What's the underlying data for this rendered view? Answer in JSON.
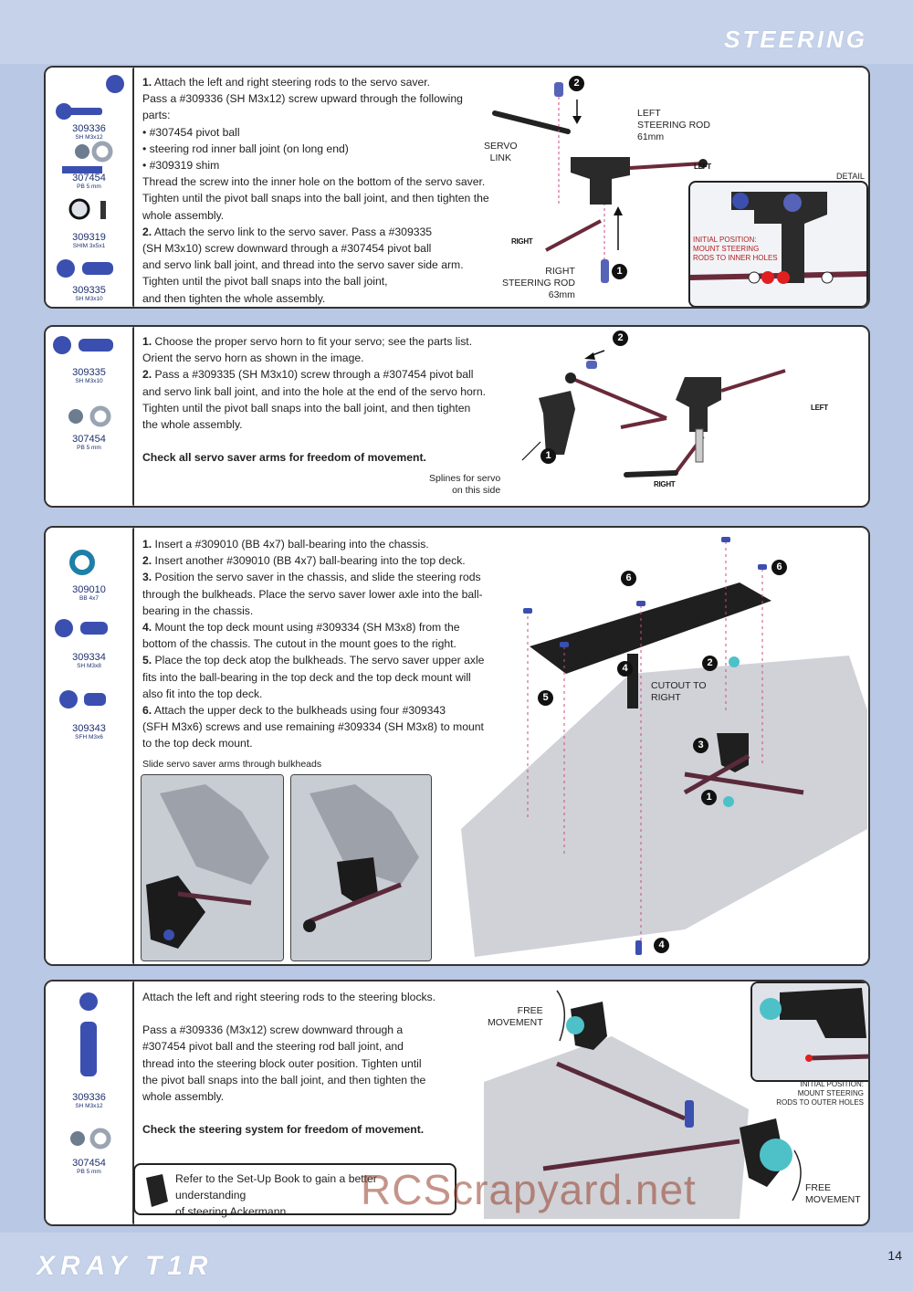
{
  "header": {
    "title": "STEERING"
  },
  "footer": {
    "logo": "XRAY T1R",
    "page_number": "14",
    "watermark": "RCScrapyard.net"
  },
  "step1": {
    "parts": [
      {
        "num": "309336",
        "sub": "SH M3x12"
      },
      {
        "num": "307454",
        "sub": "PB 5 mm"
      },
      {
        "num": "309319",
        "sub": "SHIM 3x5x1"
      },
      {
        "num": "309335",
        "sub": "SH M3x10"
      }
    ],
    "lines": [
      {
        "n": "1.",
        "t": " Attach the left and right steering rods to the servo saver."
      },
      {
        "n": "",
        "t": "Pass a #309336 (SH M3x12) screw upward through the following"
      },
      {
        "n": "",
        "t": "parts:"
      },
      {
        "n": "",
        "t": "• #307454 pivot ball"
      },
      {
        "n": "",
        "t": "• steering rod inner ball joint (on long end)"
      },
      {
        "n": "",
        "t": "• #309319 shim"
      },
      {
        "n": "",
        "t": "Thread the screw into the inner hole on the bottom of the servo saver."
      },
      {
        "n": "",
        "t": "Tighten until the pivot ball snaps into the ball joint, and then tighten the"
      },
      {
        "n": "",
        "t": "whole assembly."
      },
      {
        "n": "2.",
        "t": " Attach the servo link to the servo saver. Pass a #309335"
      },
      {
        "n": "",
        "t": "(SH M3x10) screw downward through a #307454 pivot ball"
      },
      {
        "n": "",
        "t": "and servo link ball joint, and thread into the servo saver side arm."
      },
      {
        "n": "",
        "t": "Tighten until the pivot ball snaps into the ball joint,"
      },
      {
        "n": "",
        "t": "and then tighten the whole assembly."
      }
    ],
    "labels": {
      "servo_link": "SERVO\nLINK",
      "left_rod": "LEFT\nSTEERING ROD\n61mm",
      "right_rod": "RIGHT\nSTEERING ROD\n63mm",
      "left_tag": "LEFT",
      "right_tag": "RIGHT",
      "detail": "DETAIL",
      "initial": "INITIAL POSITION:\nMOUNT STEERING\nRODS TO INNER HOLES",
      "b1": "1",
      "b2": "2"
    }
  },
  "step2": {
    "parts": [
      {
        "num": "309335",
        "sub": "SH M3x10"
      },
      {
        "num": "307454",
        "sub": "PB 5 mm"
      }
    ],
    "lines": [
      {
        "n": "1.",
        "t": " Choose the proper servo horn to fit your servo; see the parts list."
      },
      {
        "n": "",
        "t": "Orient the servo horn as shown in the image."
      },
      {
        "n": "2.",
        "t": " Pass a #309335 (SH M3x10) screw through a #307454 pivot ball"
      },
      {
        "n": "",
        "t": "and servo link ball joint, and into the hole at the end of the servo horn."
      },
      {
        "n": "",
        "t": "Tighten until the pivot ball snaps into the ball joint, and then tighten"
      },
      {
        "n": "",
        "t": "the whole assembly."
      }
    ],
    "check": "Check all servo saver arms for freedom of movement.",
    "labels": {
      "splines": "Splines for servo\non this side",
      "left_tag": "LEFT",
      "right_tag": "RIGHT",
      "b1": "1",
      "b2": "2"
    }
  },
  "step3": {
    "parts": [
      {
        "num": "309010",
        "sub": "BB 4x7"
      },
      {
        "num": "309334",
        "sub": "SH M3x8"
      },
      {
        "num": "309343",
        "sub": "SFH M3x6"
      }
    ],
    "lines": [
      {
        "n": "1.",
        "t": " Insert a #309010 (BB 4x7) ball-bearing into the chassis."
      },
      {
        "n": "2.",
        "t": " Insert another #309010 (BB 4x7) ball-bearing into the top deck."
      },
      {
        "n": "3.",
        "t": " Position the servo saver in the chassis, and slide the steering rods"
      },
      {
        "n": "",
        "t": "through the bulkheads. Place the servo saver lower axle into the ball-"
      },
      {
        "n": "",
        "t": "bearing in the chassis."
      },
      {
        "n": "4.",
        "t": " Mount the top deck mount using #309334 (SH M3x8) from the"
      },
      {
        "n": "",
        "t": "bottom of the chassis. The cutout in the mount goes to the right."
      },
      {
        "n": "5.",
        "t": " Place the top deck atop the bulkheads. The servo saver upper axle"
      },
      {
        "n": "",
        "t": "fits into the ball-bearing in the top deck and the top deck mount will"
      },
      {
        "n": "",
        "t": "also fit into the top deck."
      },
      {
        "n": "6.",
        "t": " Attach the upper deck to the bulkheads using four #309343"
      },
      {
        "n": "",
        "t": "(SFH M3x6) screws and use remaining #309334 (SH M3x8) to mount"
      },
      {
        "n": "",
        "t": "to the top deck mount."
      }
    ],
    "caption": "Slide servo saver arms through bulkheads",
    "labels": {
      "cutout": "CUTOUT TO\nRIGHT",
      "b1": "1",
      "b2": "2",
      "b3": "3",
      "b4": "4",
      "b5": "5",
      "b6": "6"
    }
  },
  "step4": {
    "parts": [
      {
        "num": "309336",
        "sub": "SH M3x12"
      },
      {
        "num": "307454",
        "sub": "PB 5 mm"
      }
    ],
    "p1": "Attach the left and right steering rods to the steering blocks.",
    "p2": [
      "Pass a #309336 (M3x12) screw downward through a",
      "#307454 pivot ball and the steering rod ball joint, and",
      "thread into the steering block outer position. Tighten until",
      "the pivot ball snaps into the ball joint, and then tighten the",
      "whole assembly."
    ],
    "check": "Check the steering system for freedom of movement.",
    "note": [
      "Refer to the Set-Up Book to gain a better understanding",
      "of steering Ackermann."
    ],
    "labels": {
      "free1": "FREE\nMOVEMENT",
      "free2": "FREE\nMOVEMENT",
      "initial": "INITIAL POSITION:\nMOUNT STEERING\nRODS TO OUTER HOLES"
    }
  }
}
